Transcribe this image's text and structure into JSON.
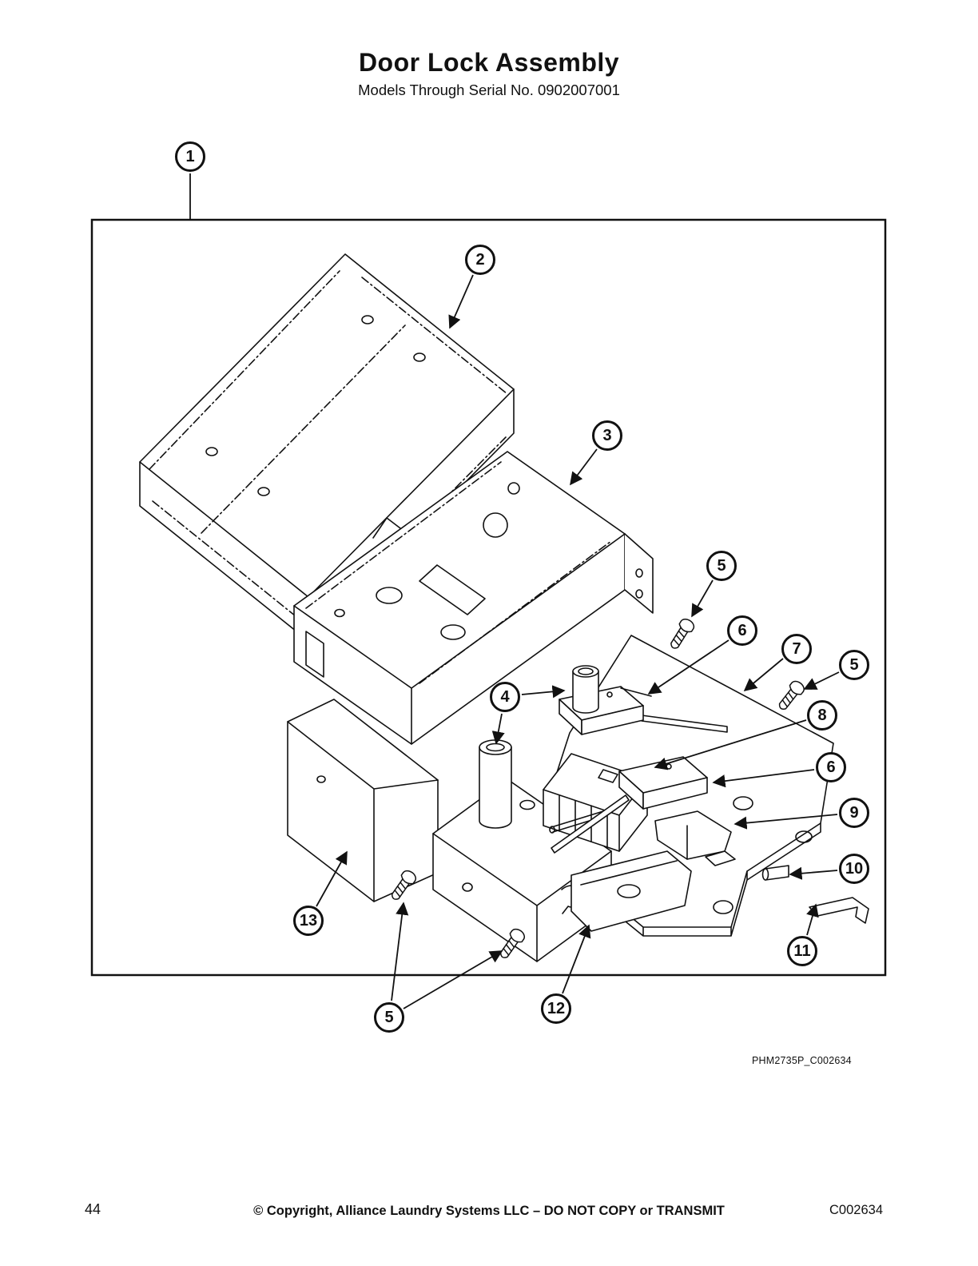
{
  "page": {
    "title": "Door Lock Assembly",
    "subtitle": "Models Through Serial No. 0902007001",
    "figure_code": "PHM2735P_C002634"
  },
  "footer": {
    "page_number": "44",
    "copyright": "© Copyright, Alliance Laundry Systems LLC – DO NOT COPY or TRANSMIT",
    "document_code": "C002634"
  },
  "callouts": [
    {
      "label": "1"
    },
    {
      "label": "2"
    },
    {
      "label": "3"
    },
    {
      "label": "5"
    },
    {
      "label": "6"
    },
    {
      "label": "7"
    },
    {
      "label": "5"
    },
    {
      "label": "8"
    },
    {
      "label": "6"
    },
    {
      "label": "9"
    },
    {
      "label": "10"
    },
    {
      "label": "11"
    },
    {
      "label": "13"
    },
    {
      "label": "5"
    },
    {
      "label": "12"
    },
    {
      "label": "4"
    }
  ]
}
